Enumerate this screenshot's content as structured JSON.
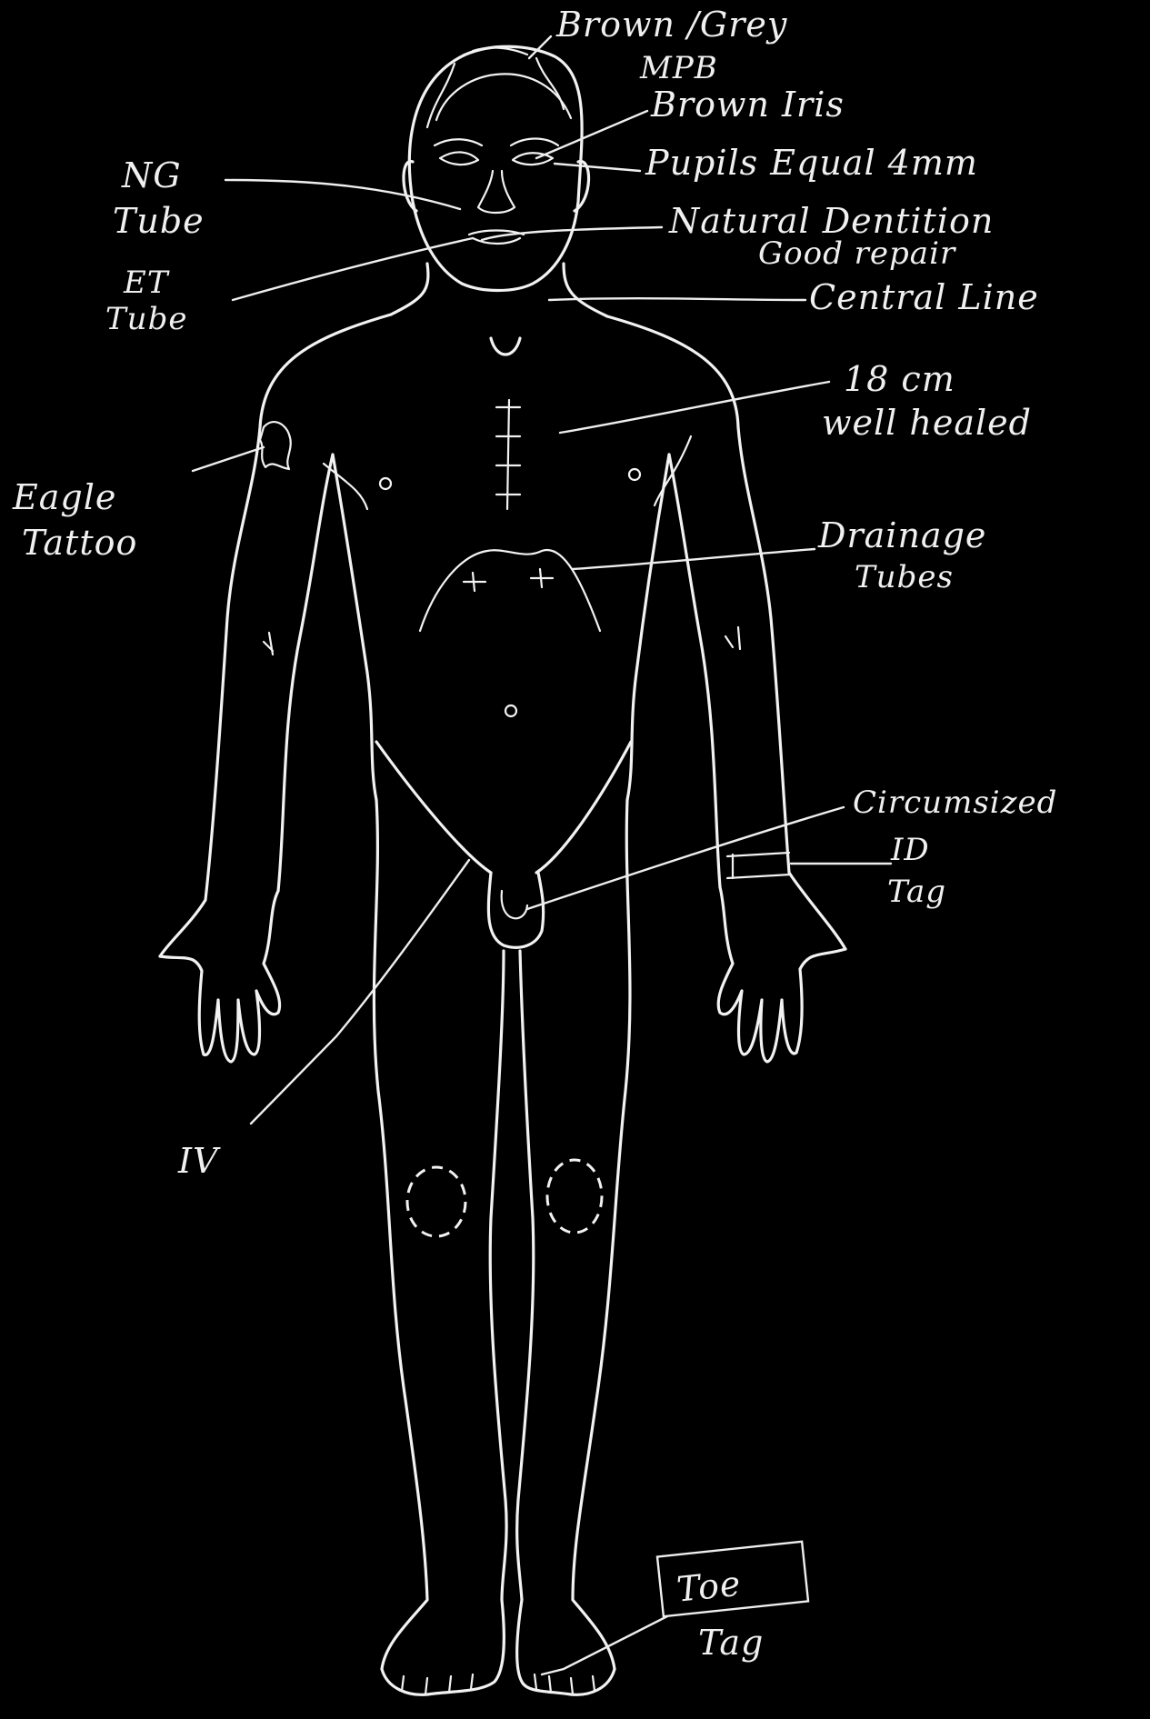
{
  "colors": {
    "background": "#000000",
    "ink": "#f2f2f2"
  },
  "labels": {
    "hair_line1": "Brown /Grey",
    "hair_line2": "MPB",
    "iris": "Brown Iris",
    "pupils": "Pupils Equal  4mm",
    "dentition_line1": "Natural Dentition",
    "dentition_line2": "Good repair",
    "central_line": "Central Line",
    "ng_tube_line1": "NG",
    "ng_tube_line2": "Tube",
    "et_tube_line1": "ET",
    "et_tube_line2": "Tube",
    "scar_line1": "18 cm",
    "scar_line2": "well healed",
    "tattoo_line1": "Eagle",
    "tattoo_line2": "Tattoo",
    "drainage_line1": "Drainage",
    "drainage_line2": "Tubes",
    "circumcised": "Circumsized",
    "id_tag_line1": "ID",
    "id_tag_line2": "Tag",
    "iv": "IV",
    "toe_tag_line1": "Toe",
    "toe_tag_line2": "Tag"
  }
}
